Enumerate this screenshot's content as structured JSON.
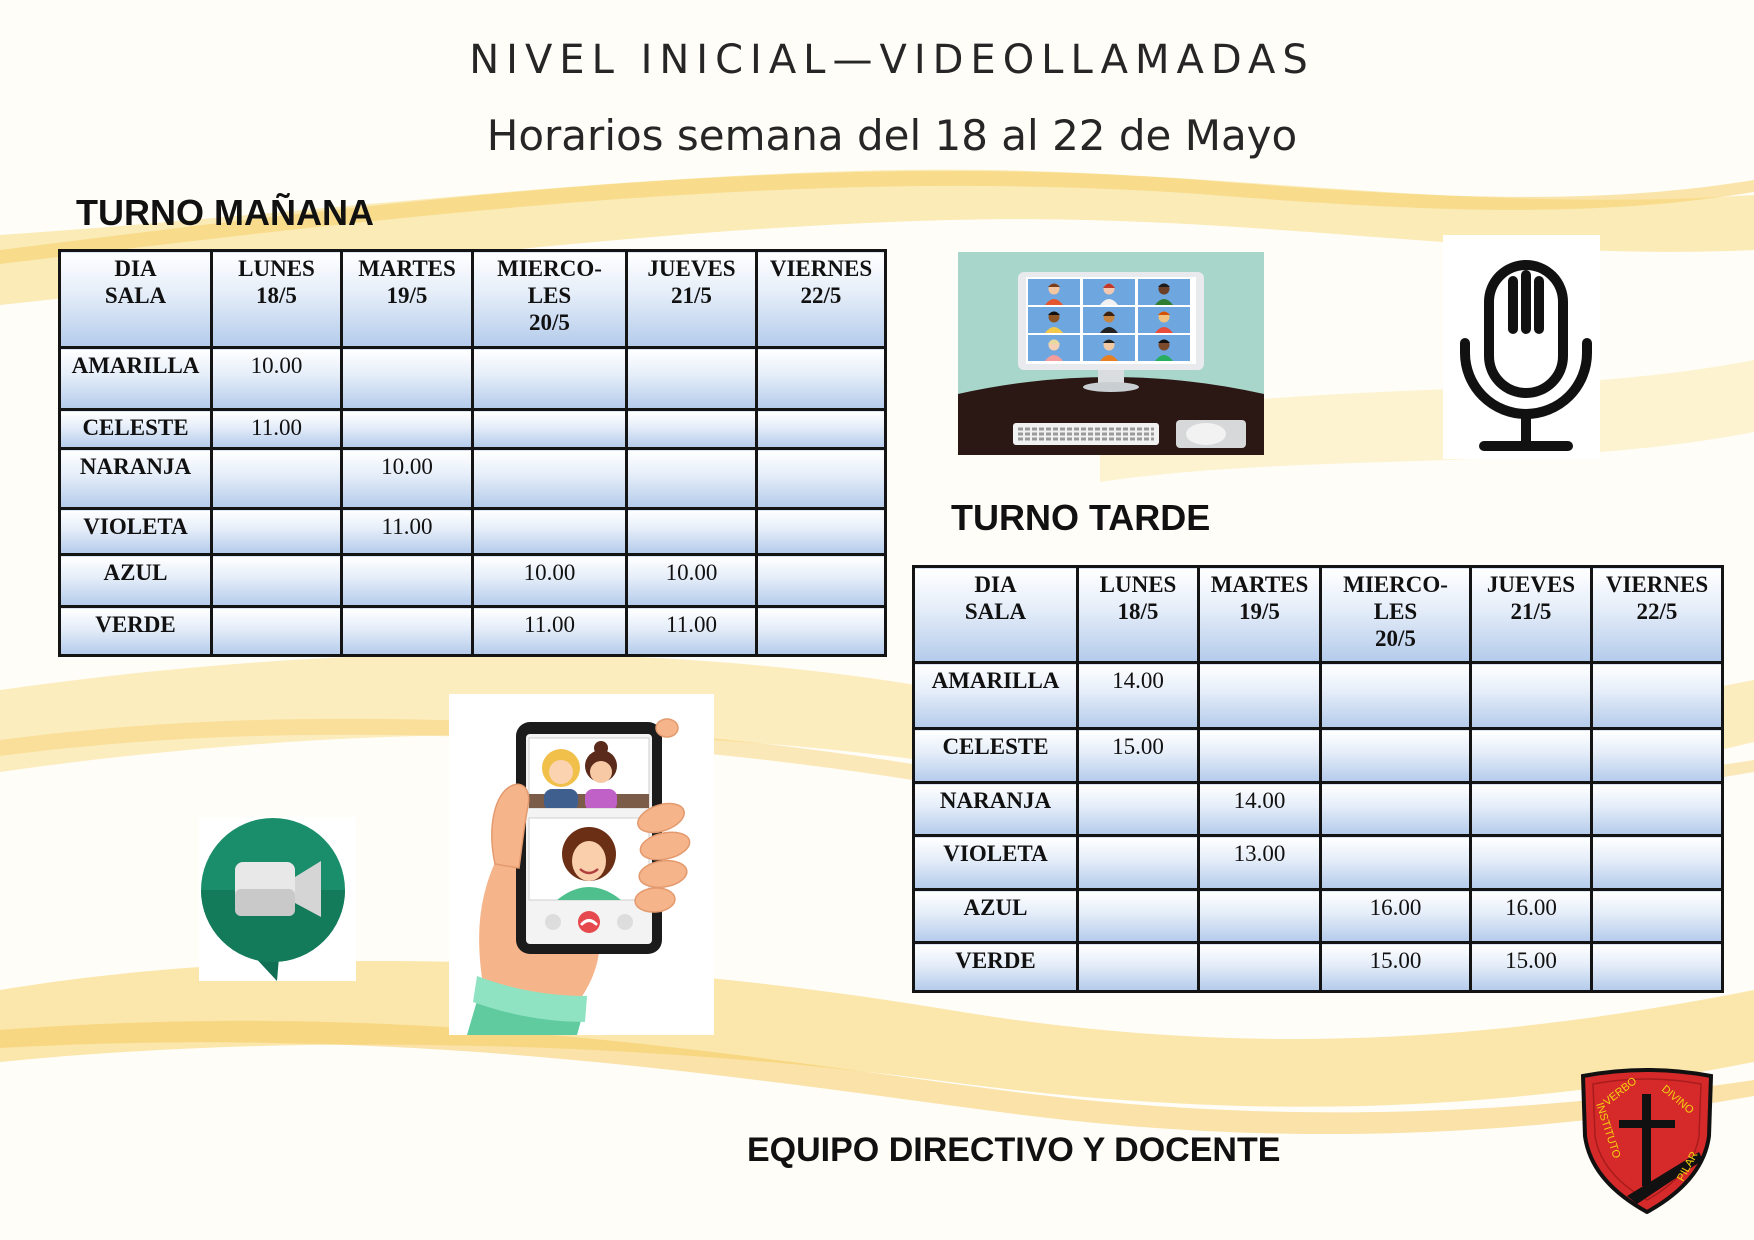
{
  "header": {
    "title": "NIVEL INICIAL—VIDEOLLAMADAS",
    "subtitle": "Horarios semana del 18 al 22 de Mayo"
  },
  "morning": {
    "heading": "TURNO MAÑANA",
    "headers": [
      "DIA\nSALA",
      "LUNES\n18/5",
      "MARTES\n19/5",
      "MIERCO-\nLES\n20/5",
      "JUEVES\n21/5",
      "VIERNES\n22/5"
    ],
    "rows": [
      [
        "AMARILLA",
        "10.00",
        "",
        "",
        "",
        ""
      ],
      [
        "CELESTE",
        "11.00",
        "",
        "",
        "",
        ""
      ],
      [
        "NARANJA",
        "",
        "10.00",
        "",
        "",
        ""
      ],
      [
        "VIOLETA",
        "",
        "11.00",
        "",
        "",
        ""
      ],
      [
        "AZUL",
        "",
        "",
        "10.00",
        "10.00",
        ""
      ],
      [
        "VERDE",
        "",
        "",
        "11.00",
        "11.00",
        ""
      ]
    ]
  },
  "afternoon": {
    "heading": "TURNO TARDE",
    "headers": [
      "DIA\nSALA",
      "LUNES\n18/5",
      "MARTES\n19/5",
      "MIERCO-\nLES\n20/5",
      "JUEVES\n21/5",
      "VIERNES\n22/5"
    ],
    "rows": [
      [
        "AMARILLA",
        "14.00",
        "",
        "",
        "",
        ""
      ],
      [
        "CELESTE",
        "15.00",
        "",
        "",
        "",
        ""
      ],
      [
        "NARANJA",
        "",
        "14.00",
        "",
        "",
        ""
      ],
      [
        "VIOLETA",
        "",
        "13.00",
        "",
        "",
        ""
      ],
      [
        "AZUL",
        "",
        "",
        "16.00",
        "16.00",
        ""
      ],
      [
        "VERDE",
        "",
        "",
        "15.00",
        "15.00",
        ""
      ]
    ]
  },
  "footer": {
    "signature": "EQUIPO DIRECTIVO Y DOCENTE"
  },
  "logo": {
    "text": [
      "INSTITUTO",
      "VERBO",
      "DIVINO",
      "PILAR"
    ]
  },
  "icons": {
    "computer": "video-call-computer-illustration",
    "microphone": "microphone-icon",
    "meet": "google-meet-icon",
    "phone": "phone-video-call-illustration",
    "logo": "school-shield-logo"
  },
  "colors": {
    "background_wave": "#f9dc86",
    "table_cell_top": "#ffffff",
    "table_cell_bottom": "#b4cbeb",
    "meet_green": "#1a8e6a",
    "logo_red": "#d62a2a"
  }
}
